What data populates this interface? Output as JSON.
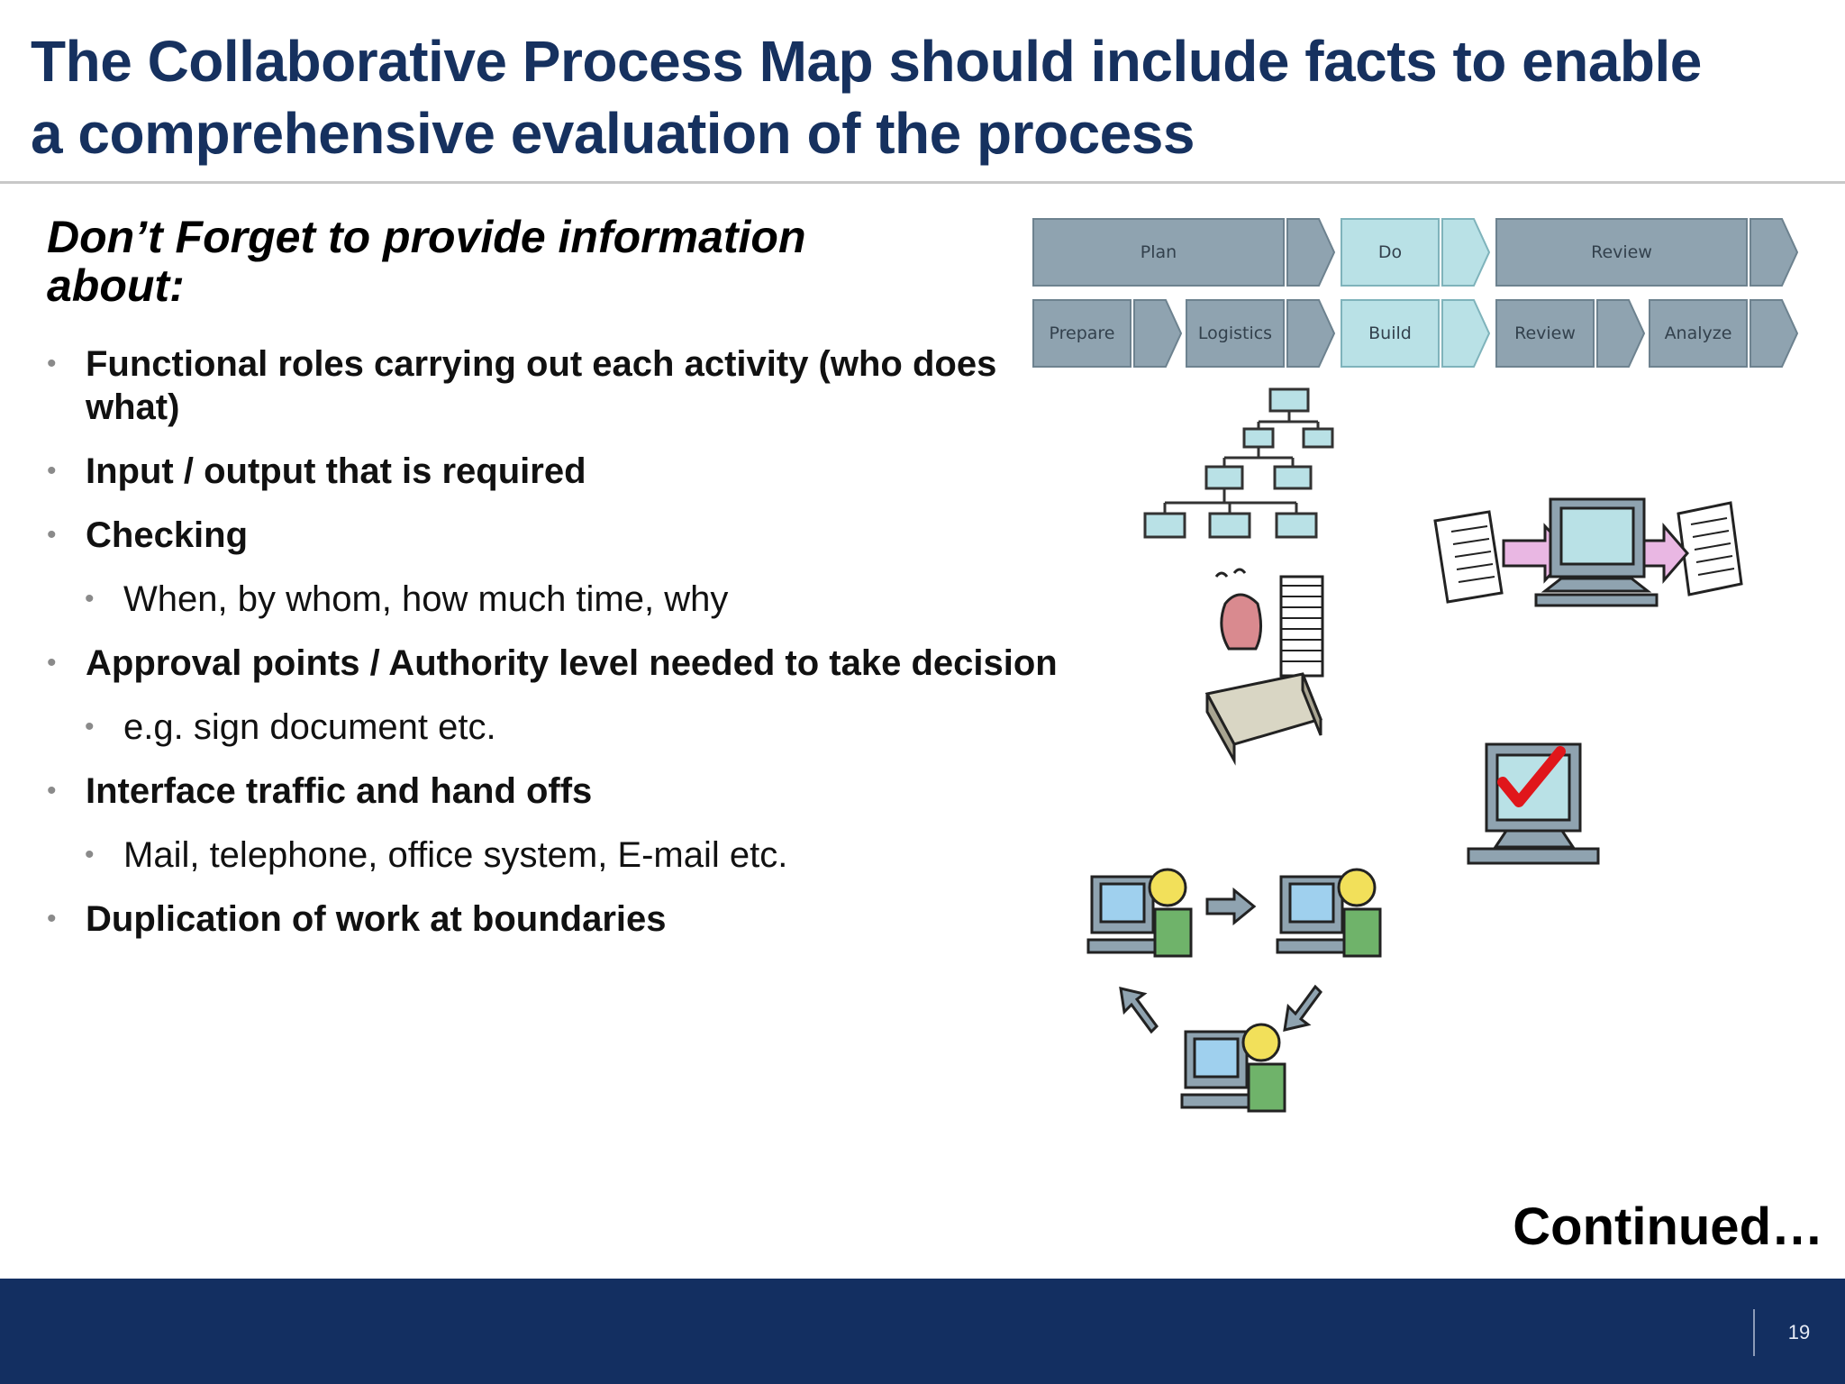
{
  "slide": {
    "title": "The Collaborative Process Map should include facts to enable a comprehensive evaluation of the process",
    "subheading": "Don’t Forget to provide information about:",
    "bullets": [
      {
        "level": 1,
        "text": "Functional roles carrying out each activity (who does what)"
      },
      {
        "level": 1,
        "text": "Input / output that is required"
      },
      {
        "level": 1,
        "text": "Checking"
      },
      {
        "level": 2,
        "text": "When, by whom, how much time, why"
      },
      {
        "level": 1,
        "text": "Approval points / Authority level needed to take decision"
      },
      {
        "level": 2,
        "text": "e.g. sign document etc."
      },
      {
        "level": 1,
        "text": "Interface traffic and hand offs"
      },
      {
        "level": 2,
        "text": "Mail, telephone, office system, E-mail etc."
      },
      {
        "level": 1,
        "text": "Duplication of work at boundaries"
      }
    ],
    "continued": "Continued…",
    "page_number": "19"
  },
  "process_diagram": {
    "phases": [
      "Plan",
      "Do",
      "Review"
    ],
    "steps": [
      "Prepare",
      "Logistics",
      "Build",
      "Review",
      "Analyze"
    ]
  },
  "colors": {
    "title": "#16315f",
    "footer": "#132f61",
    "phase_dark": "#8fa3b0",
    "phase_light": "#b9e1e6",
    "checkmark": "#e0161b"
  },
  "icons": [
    "org-chart-icon",
    "document-transfer-icon",
    "stressed-worker-icon",
    "computer-checkmark-icon",
    "workstation-cycle-icon"
  ]
}
